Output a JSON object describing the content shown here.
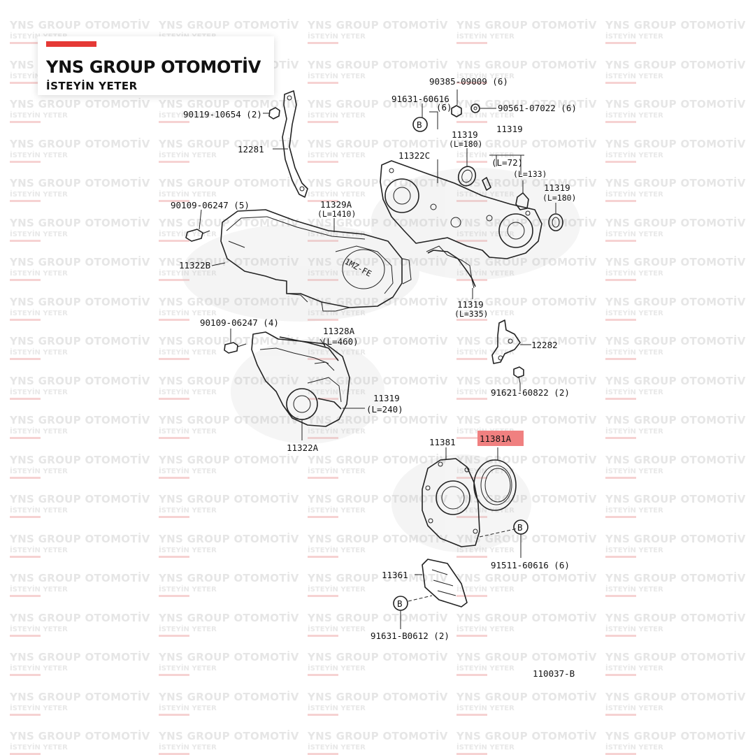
{
  "watermark": {
    "line1": "YNS GROUP OTOMOTİV",
    "line2": "İSTEYİN YETER"
  },
  "logo": {
    "title": "YNS GROUP OTOMOTİV",
    "subtitle": "İSTEYİN YETER",
    "accent_color": "#e53935"
  },
  "highlight_color": "#f08080",
  "diagram_code": "110037-B",
  "labels": {
    "p90119": "90119-10654 (2)",
    "p12281": "12281",
    "p90109_5": "90109-06247 (5)",
    "p11329A": "11329A",
    "p11329A_len": "(L=1410)",
    "p11322B": "11322B",
    "p90109_4": "90109-06247 (4)",
    "p11328A": "11328A",
    "p11328A_len": "(L=460)",
    "p11319_240": "11319",
    "p11319_240_len": "(L=240)",
    "p11322A": "11322A",
    "p90385": "90385-09009 (6)",
    "p91631": "91631-60616",
    "p91631_qty": "(6)",
    "p90561": "90561-07022 (6)",
    "p11319_180": "11319",
    "p11319_180_len": "(L=180)",
    "p11319_top": "11319",
    "p11322C": "11322C",
    "p11319_72": "(L=72)",
    "p11319_133": "(L=133)",
    "p11319_r": "11319",
    "p11319_r_len": "(L=180)",
    "p11319_335": "11319",
    "p11319_335_len": "(L=335)",
    "p12282": "12282",
    "p91621": "91621-60822 (2)",
    "p11381": "11381",
    "p11381A": "11381A",
    "p91511": "91511-60616 (6)",
    "p11361": "11361",
    "p91631B": "91631-B0612 (2)",
    "callout_b": "B",
    "engine_mark": "1MZ-FE"
  }
}
